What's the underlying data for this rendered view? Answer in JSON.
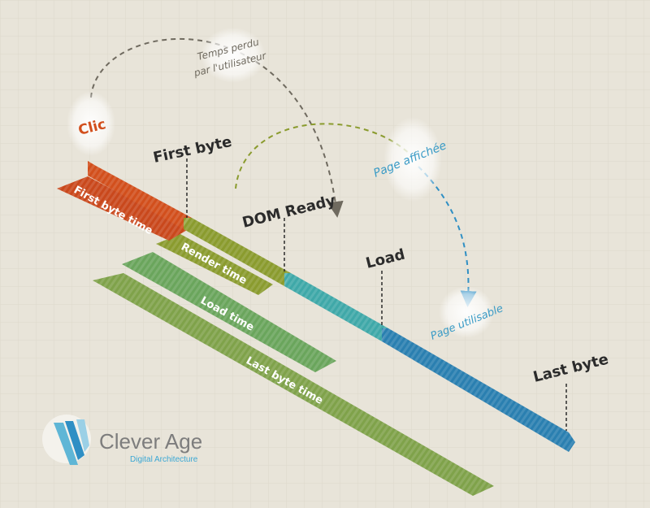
{
  "events": {
    "clic": "Clic",
    "first_byte": "First byte",
    "dom_ready": "DOM Ready",
    "load": "Load",
    "last_byte": "Last byte"
  },
  "bars": {
    "first_byte_time": "First byte time",
    "render_time": "Render time",
    "load_time": "Load time",
    "last_byte_time": "Last byte time"
  },
  "annotations": {
    "temps_perdu_line1": "Temps perdu",
    "temps_perdu_line2": "par l'utilisateur",
    "page_affichee": "Page affichée",
    "page_utilisable": "Page utilisable"
  },
  "logo": {
    "name": "Clever Age",
    "tagline": "Digital Architecture"
  },
  "colors": {
    "background": "#e8e4d9",
    "orange": "#d24f1c",
    "olive": "#8a9b2e",
    "teal": "#3fa8a8",
    "blue": "#2a7fb0",
    "label_dark": "#2b2b2b",
    "annotation_blue": "#3a9bc6"
  }
}
